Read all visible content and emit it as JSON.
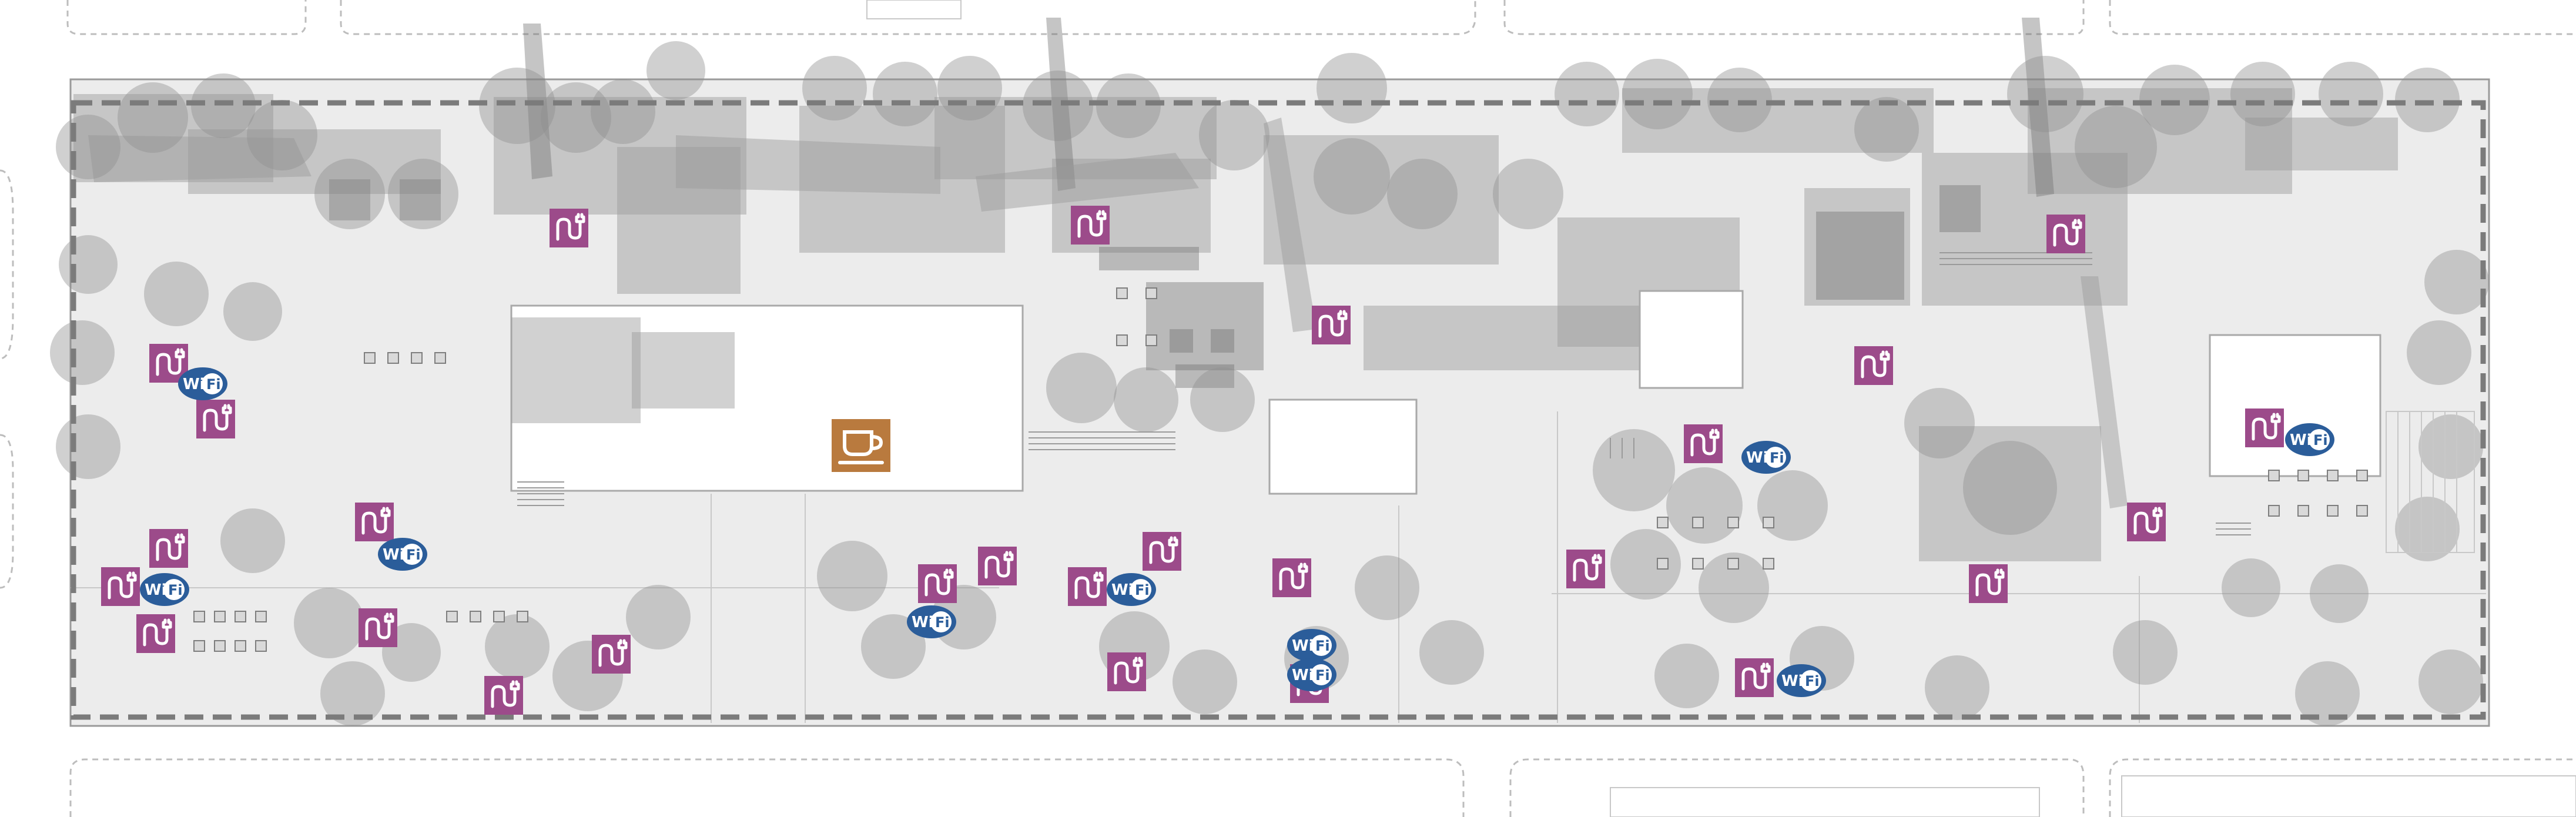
{
  "map": {
    "type": "site-plan",
    "labels": {
      "wifi": "Wi Fi"
    },
    "icons": {
      "power_outlet": "power-plug-icon",
      "wifi": "wifi-icon",
      "cafe": "coffee-cup-icon"
    },
    "colors": {
      "power_outlet": "#9c4b8a",
      "wifi": "#2b5d9a",
      "cafe": "#b97a3e",
      "site_boundary": "#7b7b7b",
      "canopy": "#8f8f8f"
    },
    "power_outlet_count": 27,
    "wifi_hotspot_count": 10,
    "cafe_count": 1
  }
}
